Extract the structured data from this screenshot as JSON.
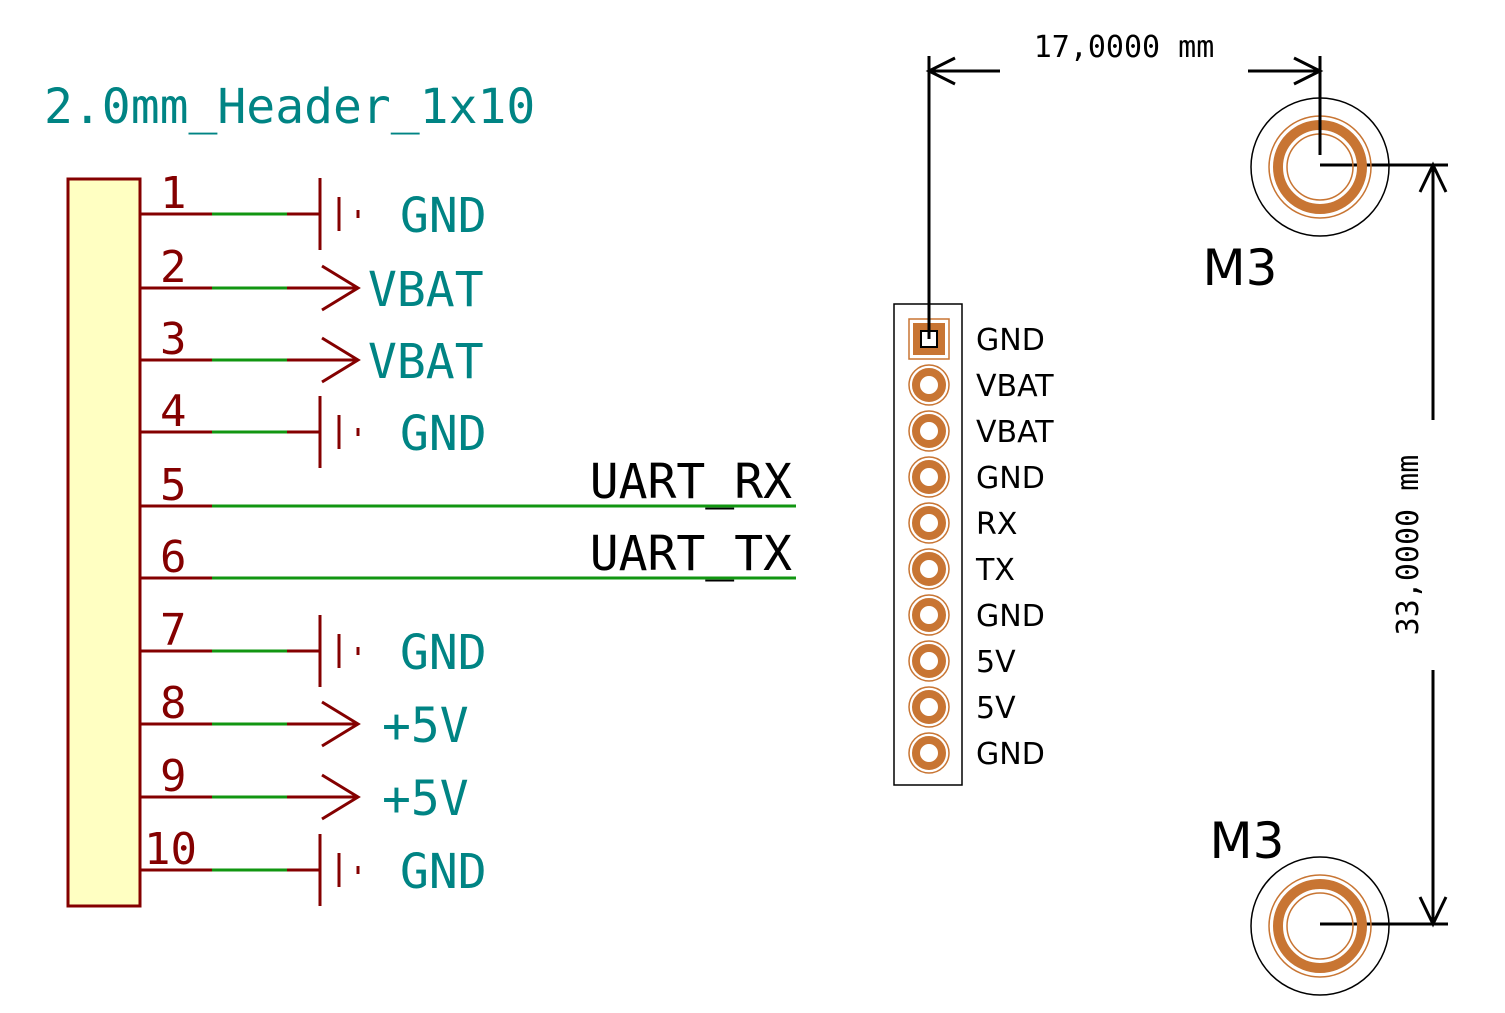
{
  "colors": {
    "component_name": "#008484",
    "pin_number": "#840000",
    "wire": "#119611",
    "body_fill": "#ffffc2",
    "copper": "#c87533",
    "dimension": "#000000"
  },
  "schematic": {
    "component_name": "2.0mm_Header_1x10",
    "pins": [
      {
        "number": "1",
        "net": "GND",
        "kind": "ground"
      },
      {
        "number": "2",
        "net": "VBAT",
        "kind": "power"
      },
      {
        "number": "3",
        "net": "VBAT",
        "kind": "power"
      },
      {
        "number": "4",
        "net": "GND",
        "kind": "ground"
      },
      {
        "number": "5",
        "net": "UART_RX",
        "kind": "label"
      },
      {
        "number": "6",
        "net": "UART_TX",
        "kind": "label"
      },
      {
        "number": "7",
        "net": "GND",
        "kind": "ground"
      },
      {
        "number": "8",
        "net": "+5V",
        "kind": "power"
      },
      {
        "number": "9",
        "net": "+5V",
        "kind": "power"
      },
      {
        "number": "10",
        "net": "GND",
        "kind": "ground"
      }
    ]
  },
  "footprint": {
    "pad_labels": [
      "GND",
      "VBAT",
      "VBAT",
      "GND",
      "RX",
      "TX",
      "GND",
      "5V",
      "5V",
      "GND"
    ],
    "horizontal_dimension": "17,0000 mm",
    "vertical_dimension": "33,0000 mm",
    "mounting_holes": [
      {
        "label": "M3"
      },
      {
        "label": "M3"
      }
    ]
  }
}
